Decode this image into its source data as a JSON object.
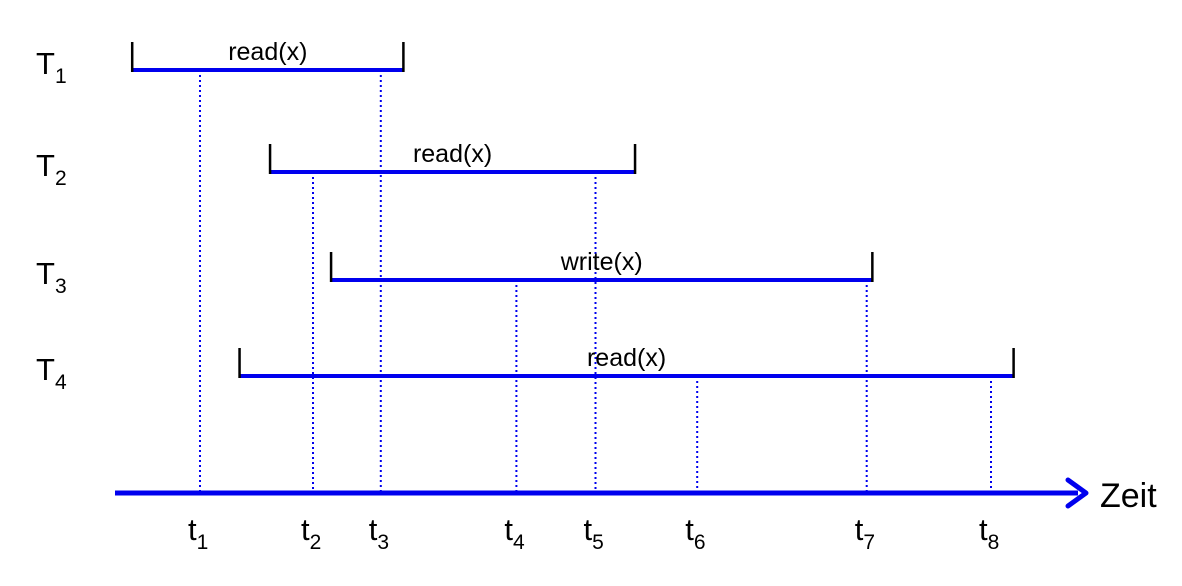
{
  "axis": {
    "label": "Zeit"
  },
  "transactions": [
    {
      "id": "T1",
      "name": "T",
      "sub": "1",
      "start": 0.4,
      "end": 2.8,
      "op": "read(x)"
    },
    {
      "id": "T2",
      "name": "T",
      "sub": "2",
      "start": 1.62,
      "end": 4.85,
      "op": "read(x)"
    },
    {
      "id": "T3",
      "name": "T",
      "sub": "3",
      "start": 2.16,
      "end": 6.95,
      "op": "write(x)"
    },
    {
      "id": "T4",
      "name": "T",
      "sub": "4",
      "start": 1.35,
      "end": 8.2,
      "op": "read(x)"
    }
  ],
  "times": [
    {
      "name": "t",
      "sub": "1",
      "pos": 1.0,
      "transaction": "T1"
    },
    {
      "name": "t",
      "sub": "2",
      "pos": 2.0,
      "transaction": "T2"
    },
    {
      "name": "t",
      "sub": "3",
      "pos": 2.6,
      "transaction": "T1"
    },
    {
      "name": "t",
      "sub": "4",
      "pos": 3.8,
      "transaction": "T3"
    },
    {
      "name": "t",
      "sub": "5",
      "pos": 4.5,
      "transaction": "T2"
    },
    {
      "name": "t",
      "sub": "6",
      "pos": 5.4,
      "transaction": "T4"
    },
    {
      "name": "t",
      "sub": "7",
      "pos": 6.9,
      "transaction": "T3"
    },
    {
      "name": "t",
      "sub": "8",
      "pos": 8.0,
      "transaction": "T4"
    }
  ],
  "colors": {
    "line": "#0000ee",
    "text": "#000000"
  }
}
